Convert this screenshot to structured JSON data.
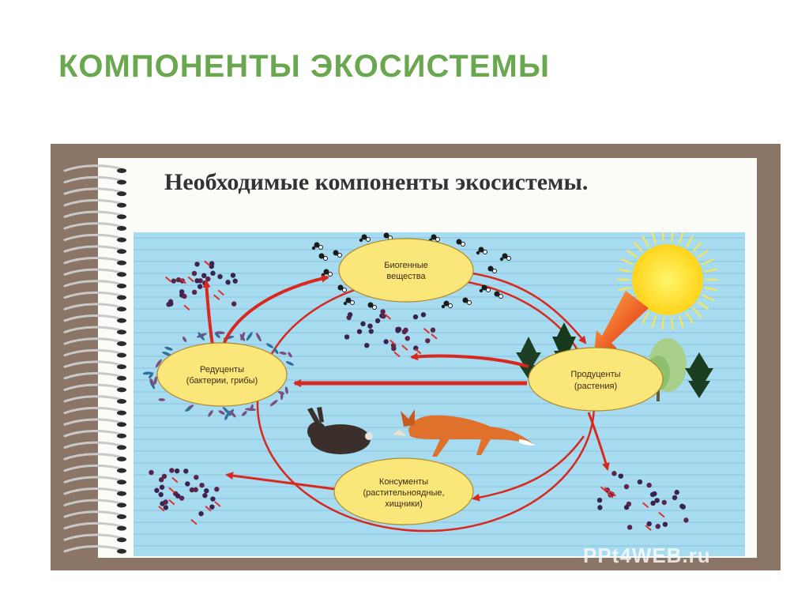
{
  "slide": {
    "title": "КОМПОНЕНТЫ ЭКОСИСТЕМЫ"
  },
  "notebook": {
    "heading": "Необходимые компоненты экосистемы."
  },
  "diagram": {
    "nodes": {
      "biogenic": {
        "line1": "Биогенные",
        "line2": "вещества"
      },
      "producers": {
        "line1": "Продуценты",
        "line2": "(растения)"
      },
      "decomposers": {
        "line1": "Редуценты",
        "line2": "(бактерии, грибы)"
      },
      "consumers": {
        "line1": "Консументы",
        "line2": "(растительноядные,",
        "line3": "хищники)"
      }
    },
    "icons": [
      "sun-icon",
      "tree-icon",
      "rabbit-icon",
      "fox-icon",
      "molecule-icon"
    ]
  },
  "colors": {
    "title_green": "#6aa84f",
    "frame_brown": "#8a7566",
    "arrow_red": "#d9281d",
    "oval_yellow": "#fbe67a",
    "panel_sky": "#a6dbf0"
  },
  "watermark": "PPt4WEB.ru"
}
